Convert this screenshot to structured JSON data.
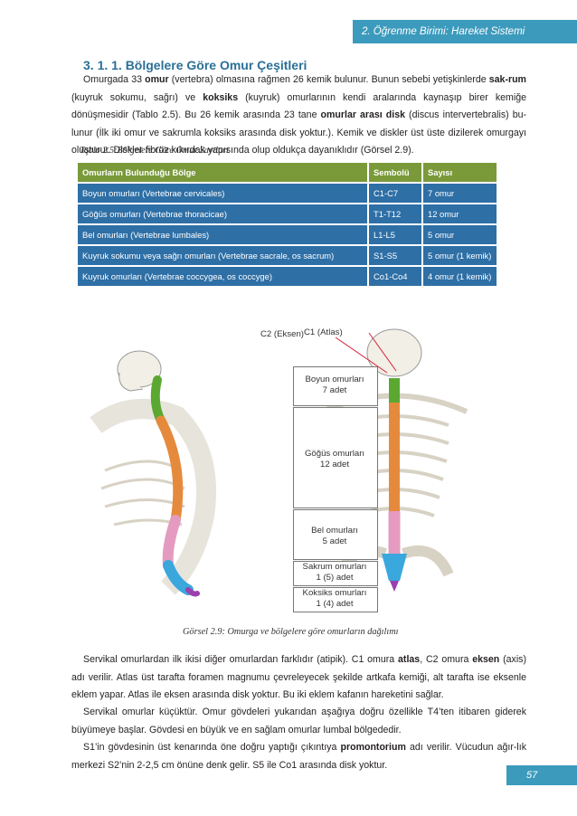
{
  "header": {
    "unit": "2. Öğrenme Birimi: Hareket Sistemi"
  },
  "section": {
    "title": "3. 1. 1. Bölgelere Göre Omur Çeşitleri"
  },
  "paragraph1": {
    "t1": "Omurgada 33 ",
    "b1": "omur",
    "t2": " (vertebra) olmasına rağmen 26 kemik bulunur. Bunun sebebi yetişkinlerde ",
    "b2": "sak-rum",
    "t3": " (kuyruk sokumu, sağrı) ve ",
    "b3": "koksiks",
    "t4": " (kuyruk) omurlarının kendi aralarında kaynaşıp birer kemiğe dönüşmesidir (Tablo 2.5). Bu 26 kemik arasında 23 tane ",
    "b4": "omurlar arası disk",
    "t5": " (discus intervertebralis) bu-lunur (İlk iki omur ve sakrumla koksiks arasında disk yoktur.). Kemik ve diskler üst üste dizilerek omurgayı oluşturur. Diskler fibröz kıkırdak yapısında olup oldukça dayanıklıdır (Görsel 2.9)."
  },
  "table": {
    "caption": "Tablo 2.5:Bölgelere Göre Omur Sayıları",
    "headers": [
      "Omurların Bulunduğu Bölge",
      "Sembolü",
      "Sayısı"
    ],
    "rows": [
      {
        "region": "Boyun omurları (Vertebrae cervicales)",
        "symbol": "C1-C7",
        "count": "7 omur"
      },
      {
        "region": "Göğüs omurları (Vertebrae thoracicae)",
        "symbol": "T1-T12",
        "count": "12 omur"
      },
      {
        "region": "Bel omurları (Vertebrae lumbales)",
        "symbol": "L1-L5",
        "count": "5 omur"
      },
      {
        "region": "Kuyruk sokumu veya sağrı omurları (Vertebrae sacrale, os sacrum)",
        "symbol": "S1-S5",
        "count": "5 omur (1 kemik)"
      },
      {
        "region": "Kuyruk omurları (Vertebrae coccygea, os coccyge)",
        "symbol": "Co1-Co4",
        "count": "4 omur (1 kemik)"
      }
    ]
  },
  "figure": {
    "c1": "C1 (Atlas)",
    "c2": "C2 (Eksen)",
    "labels": [
      {
        "name": "Boyun omurları",
        "count": "7 adet"
      },
      {
        "name": "Göğüs omurları",
        "count": "12 adet"
      },
      {
        "name": "Bel omurları",
        "count": "5 adet"
      },
      {
        "name": "Sakrum omurları",
        "count": "1 (5) adet"
      },
      {
        "name": "Koksiks omurları",
        "count": "1 (4) adet"
      }
    ],
    "caption": "Görsel 2.9: Omurga ve bölgelere göre omurların dağılımı"
  },
  "paragraph2": {
    "t1": "Servikal omurlardan ilk ikisi diğer omurlardan farklıdır (atipik). C1 omura ",
    "b1": "atlas",
    "t2": ", C2 omura ",
    "b2": "eksen",
    "t3": " (axis) adı verilir. Atlas üst tarafta foramen magnumu çevreleyecek şekilde artkafa kemiği, alt tarafta ise eksenle eklem yapar. Atlas ile eksen arasında disk yoktur. Bu iki eklem kafanın hareketini sağlar."
  },
  "paragraph3": {
    "t1": "Servikal omurlar küçüktür. Omur gövdeleri yukarıdan aşağıya doğru özellikle T4’ten itibaren giderek büyümeye başlar. Gövdesi en büyük ve en sağlam omurlar lumbal bölgededir."
  },
  "paragraph4": {
    "t1": "S1’in gövdesinin üst kenarında öne doğru yaptığı çıkıntıya ",
    "b1": "promontorium",
    "t2": " adı verilir. Vücudun ağır-lık merkezi S2’nin 2-2,5 cm önüne denk gelir. S5 ile Co1 arasında disk yoktur."
  },
  "page": {
    "number": "57"
  },
  "colors": {
    "banner": "#3c9bbd",
    "table_header": "#7a9a3a",
    "table_row": "#2e6fa6",
    "heading": "#2a6f97"
  }
}
